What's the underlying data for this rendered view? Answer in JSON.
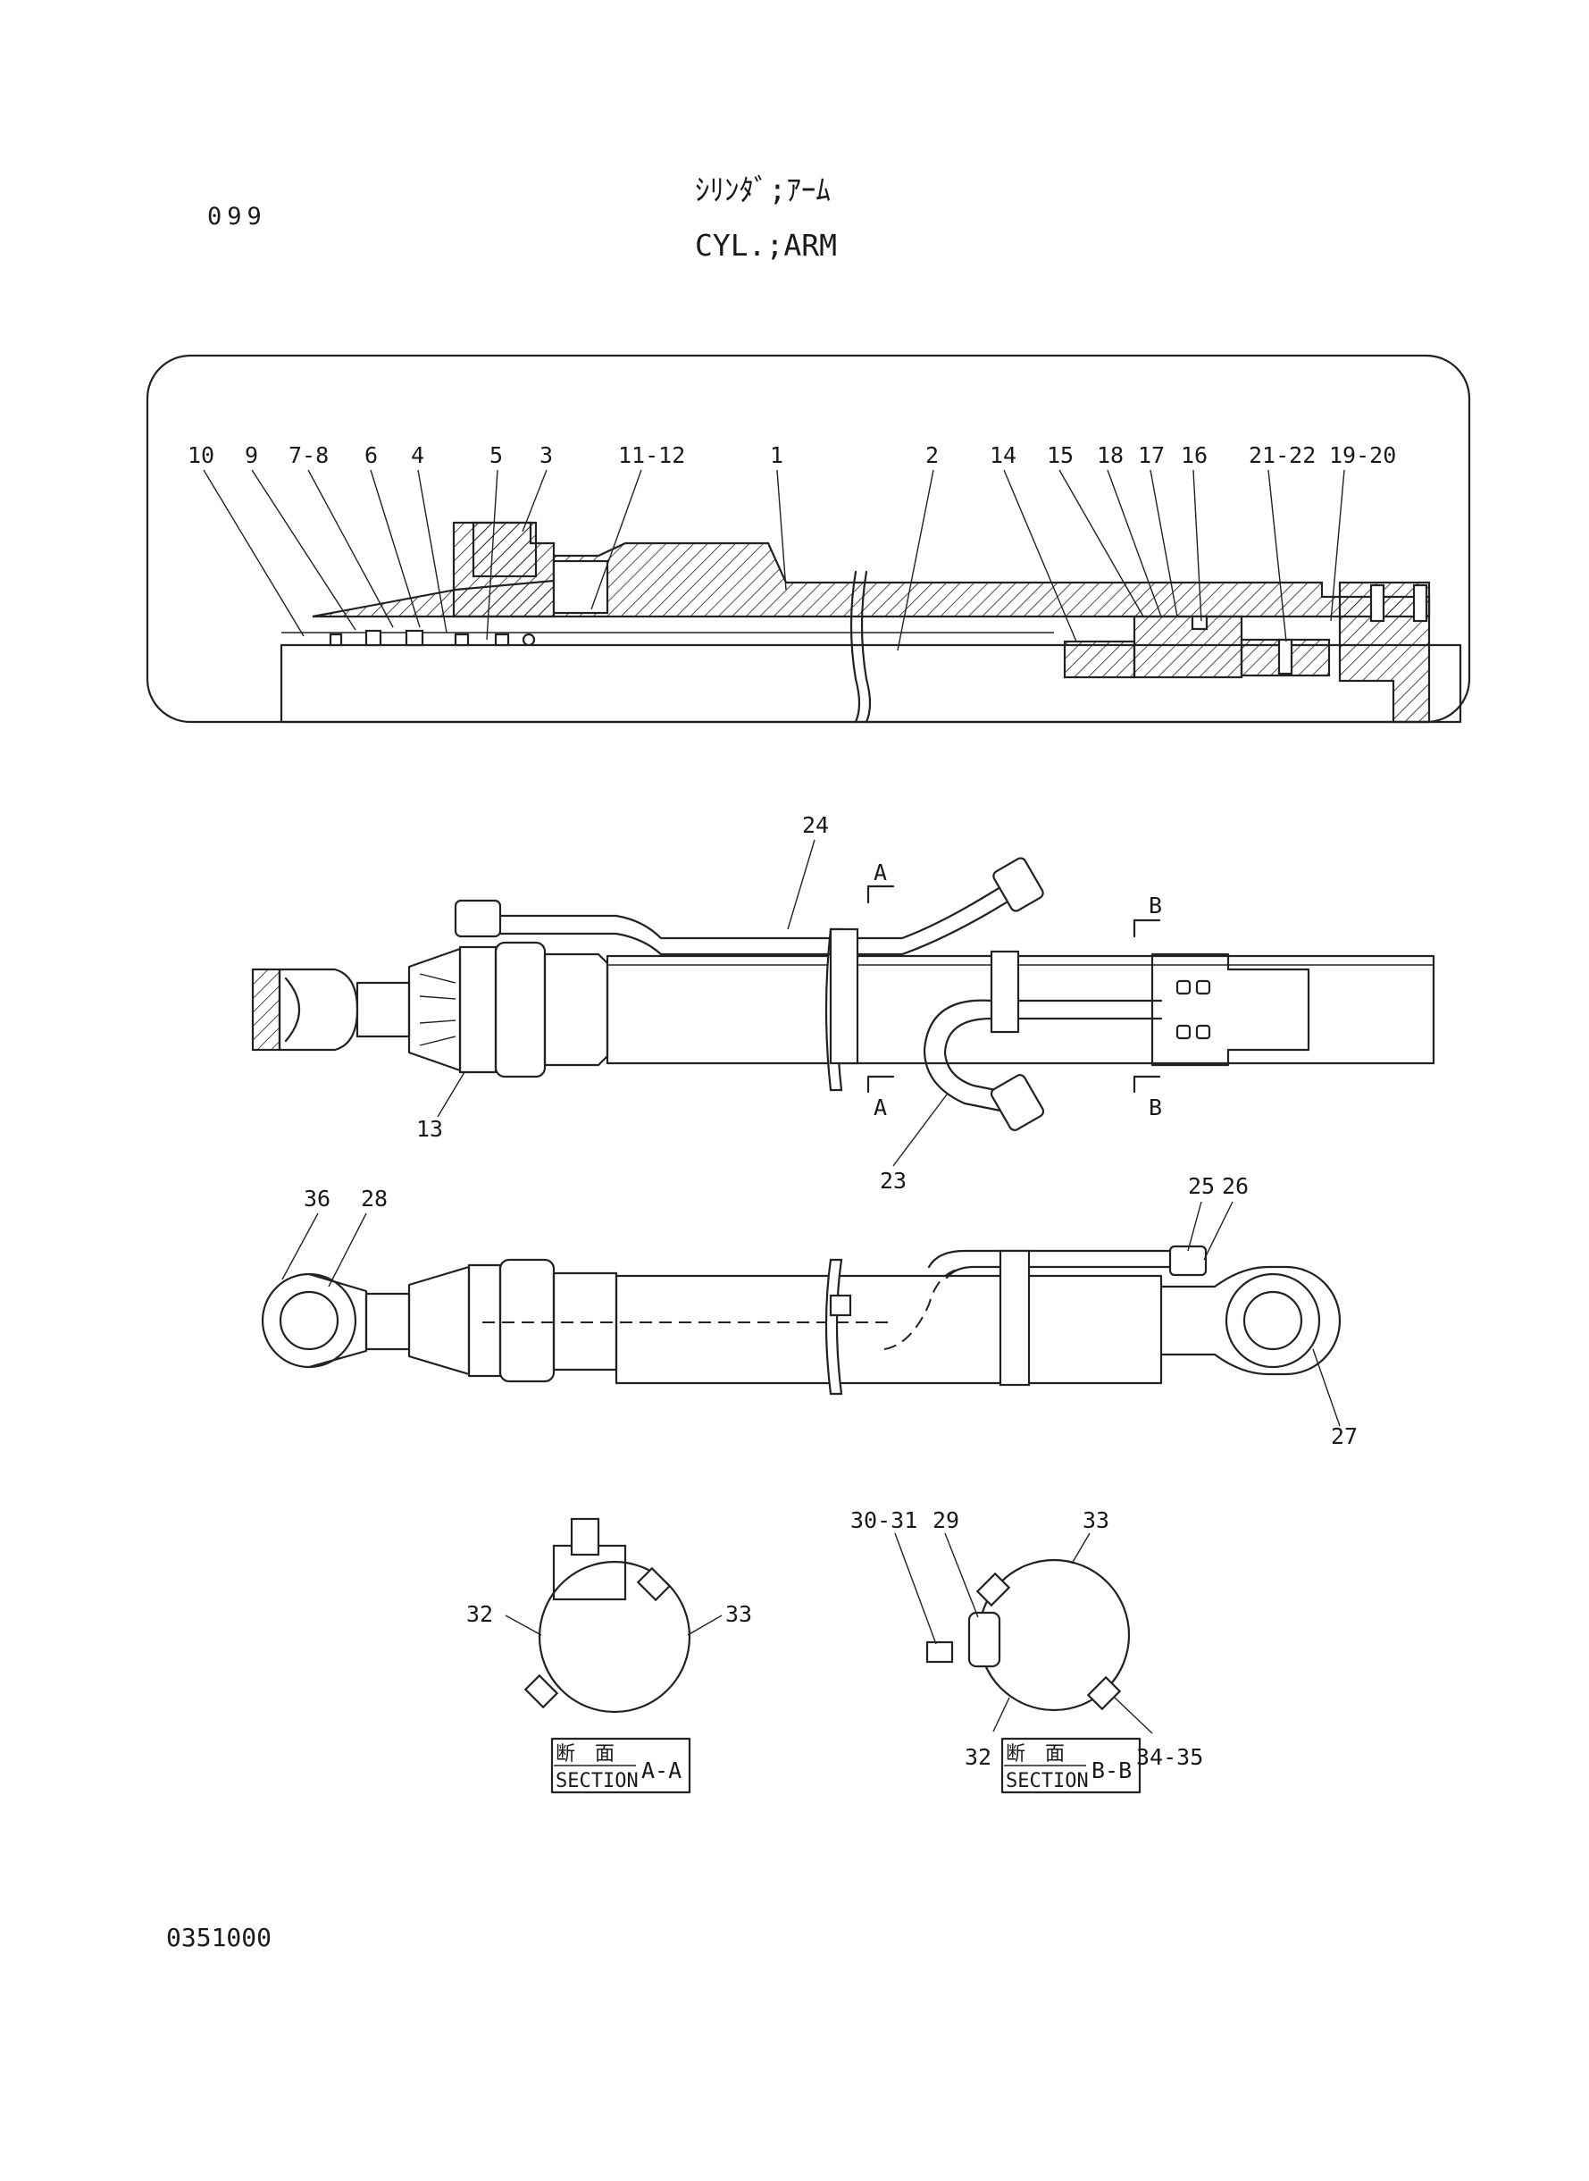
{
  "page_number": "099",
  "title_jp": "ｼﾘﾝﾀﾞ;ｱｰﾑ",
  "title_en": "CYL.;ARM",
  "drawing_code": "0351000",
  "detail_callouts": [
    "10",
    "9",
    "7-8",
    "6",
    "4",
    "5",
    "3",
    "11-12",
    "1",
    "2",
    "14",
    "15",
    "18",
    "17",
    "16",
    "21-22",
    "19-20"
  ],
  "top_view_callouts": [
    "24",
    "13",
    "23"
  ],
  "side_view_callouts": [
    "36",
    "28",
    "25",
    "26",
    "27"
  ],
  "section_a_callouts": [
    "32",
    "33"
  ],
  "section_b_callouts": [
    "30-31",
    "29",
    "33",
    "32",
    "34-35"
  ],
  "section_markers": {
    "a": "A",
    "b": "B"
  },
  "section_a_label": {
    "jp": "断　面",
    "en": "SECTION",
    "id": "A-A"
  },
  "section_b_label": {
    "jp": "断　面",
    "en": "SECTION",
    "id": "B-B"
  },
  "colors": {
    "ink": "#222222",
    "paper": "#ffffff"
  }
}
